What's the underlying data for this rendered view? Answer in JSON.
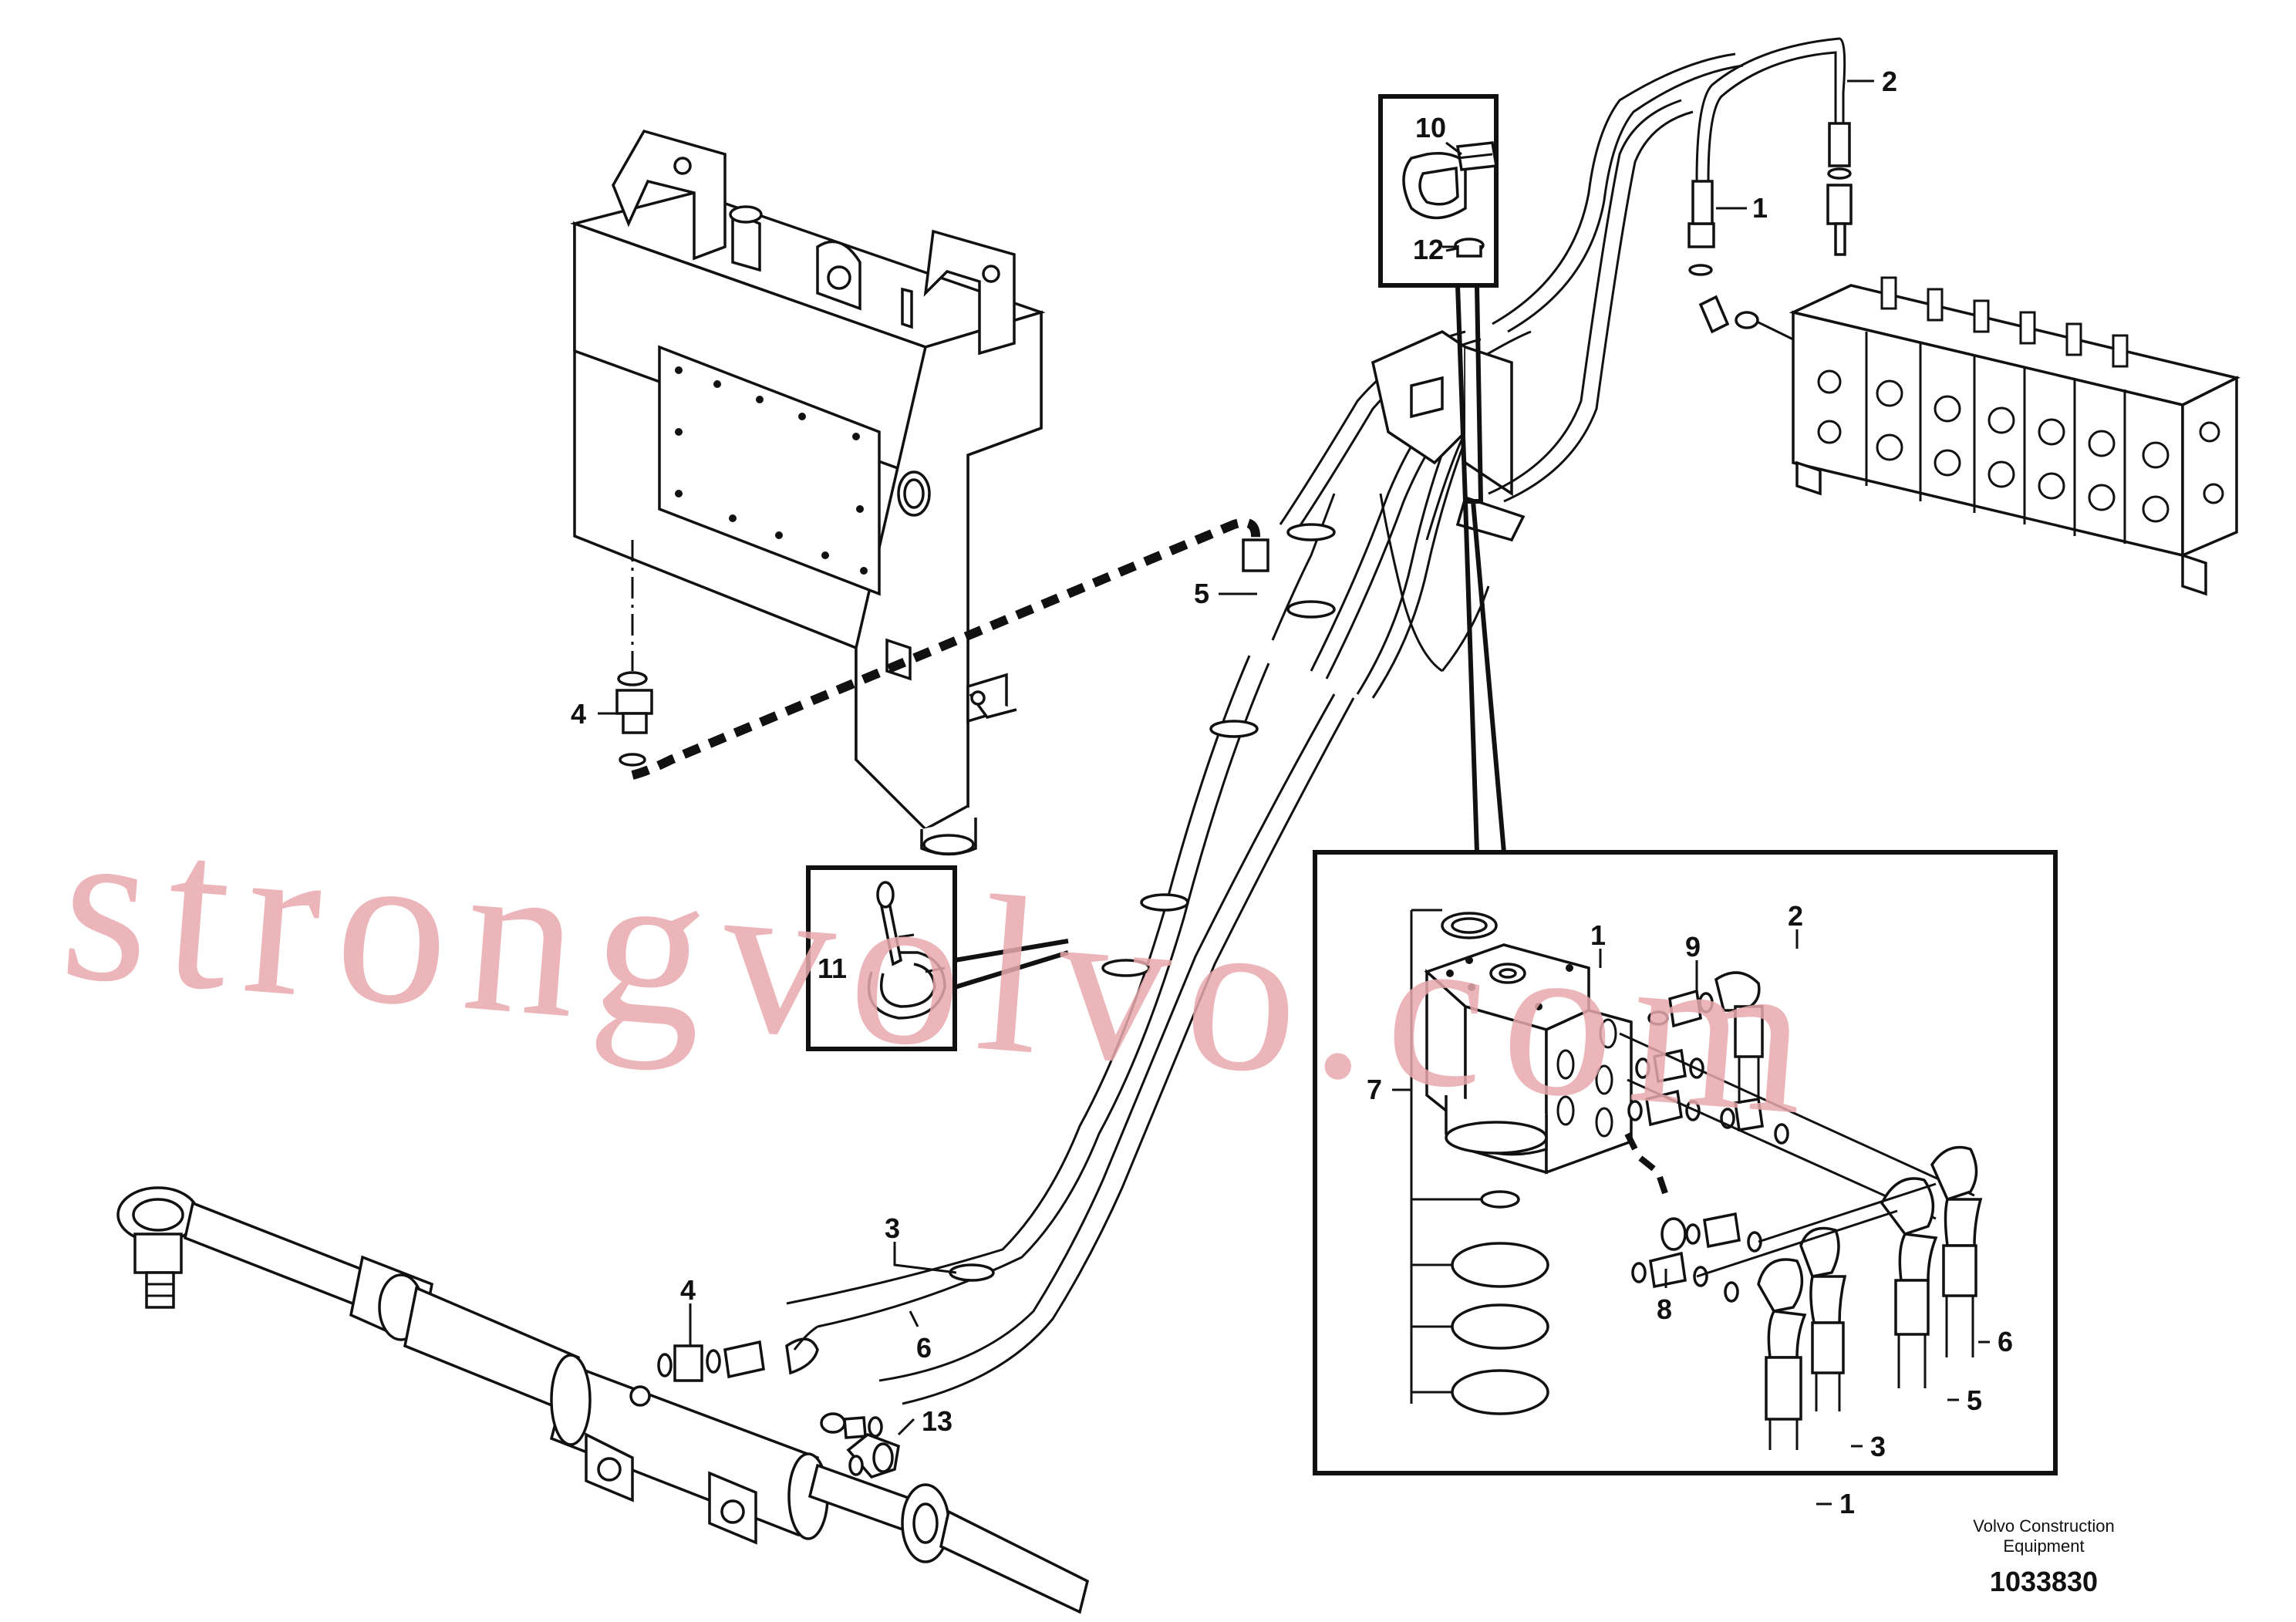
{
  "watermark": "strongvolvo.com",
  "credit": {
    "line1": "Volvo Construction",
    "line2": "Equipment"
  },
  "doc_number": "1033830",
  "callouts": {
    "top_1": "1",
    "top_2": "2",
    "top_5": "5",
    "top_4": "4",
    "detail_10": "10",
    "detail_12": "12",
    "detail_11": "11",
    "bottom_3": "3",
    "bottom_6": "6",
    "bottom_4": "4",
    "bottom_13": "13",
    "inset_1": "1",
    "inset_2": "2",
    "inset_9": "9",
    "inset_7": "7",
    "inset_8": "8",
    "inset_6": "6",
    "inset_5": "5",
    "inset_3": "3",
    "inset_1b": "1"
  }
}
